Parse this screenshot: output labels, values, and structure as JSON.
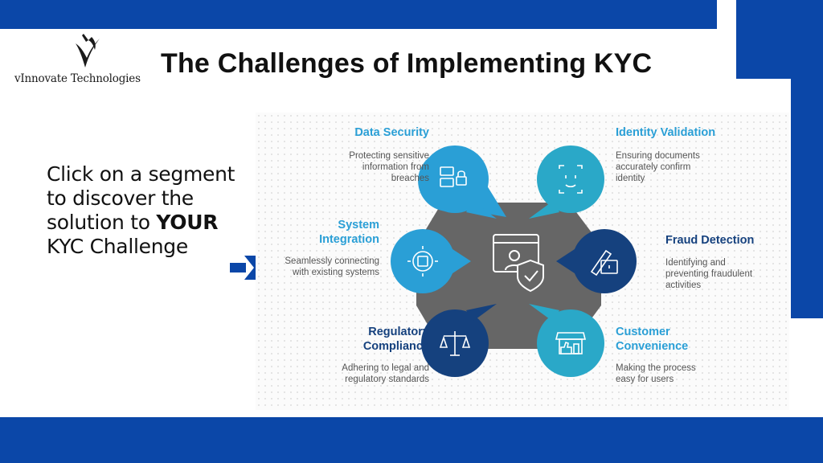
{
  "logo": {
    "name": "vInnovate Technologies"
  },
  "title": "The Challenges of Implementing KYC",
  "cta": {
    "line1": "Click on a segment",
    "line2": "to discover the",
    "line3_pre": "solution to ",
    "line3_bold": "YOUR",
    "line4": "KYC Challenge"
  },
  "segments": {
    "data_security": {
      "title": "Data Security",
      "desc": [
        "Protecting sensitive",
        "information from",
        "breaches"
      ],
      "color": "#2a9fd6"
    },
    "identity_validation": {
      "title": "Identity Validation",
      "desc": [
        "Ensuring documents",
        "accurately confirm",
        "identity"
      ],
      "color": "#2aa8c8"
    },
    "system_integration": {
      "title": [
        "System",
        "Integration"
      ],
      "desc": [
        "Seamlessly connecting",
        "with existing systems"
      ],
      "color": "#2a9fd6"
    },
    "fraud_detection": {
      "title": "Fraud Detection",
      "desc": [
        "Identifying and",
        "preventing fraudulent",
        "activities"
      ],
      "color": "#15417e"
    },
    "regulatory_compliance": {
      "title": [
        "Regulatory",
        "Compliance"
      ],
      "desc": [
        "Adhering to legal and",
        "regulatory standards"
      ],
      "color": "#15417e"
    },
    "customer_convenience": {
      "title": [
        "Customer",
        "Convenience"
      ],
      "desc": [
        "Making the process",
        "easy for users"
      ],
      "color": "#2aa8c8"
    }
  },
  "colors": {
    "brand_blue": "#0b47a8",
    "hub_gray": "#666666",
    "light_teal": "#2aa8c8",
    "light_blue": "#2a9fd6",
    "dark_navy": "#15417e"
  }
}
